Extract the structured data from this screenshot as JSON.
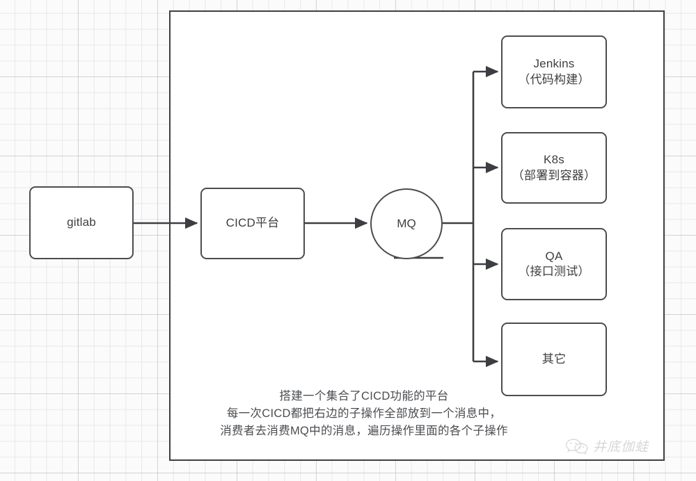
{
  "diagram": {
    "title": "CICD platform message queue flow",
    "frame": {
      "border_color": "#3d3f42"
    },
    "nodes": {
      "gitlab": {
        "line1": "gitlab",
        "line2": ""
      },
      "cicd": {
        "line1": "CICD平台",
        "line2": ""
      },
      "mq": {
        "label": "MQ"
      },
      "jenkins": {
        "line1": "Jenkins",
        "line2": "（代码构建）"
      },
      "k8s": {
        "line1": "K8s",
        "line2": "（部署到容器）"
      },
      "qa": {
        "line1": "QA",
        "line2": "（接口测试）"
      },
      "other": {
        "line1": "其它",
        "line2": ""
      }
    },
    "caption": {
      "line1": "搭建一个集合了CICD功能的平台",
      "line2": "每一次CICD都把右边的子操作全部放到一个消息中，",
      "line3": "消费者去消费MQ中的消息，遍历操作里面的各个子操作"
    },
    "watermark": {
      "icon": "wechat-icon",
      "text": "井底伽蛙"
    },
    "colors": {
      "node_border": "#4a4c50",
      "frame_border": "#3d3f42",
      "wire": "#3c3e41",
      "text": "#3c3e41",
      "grid_minor": "#d7d9dc",
      "grid_major": "#bec0c4",
      "background": "#fbfbfb"
    }
  }
}
